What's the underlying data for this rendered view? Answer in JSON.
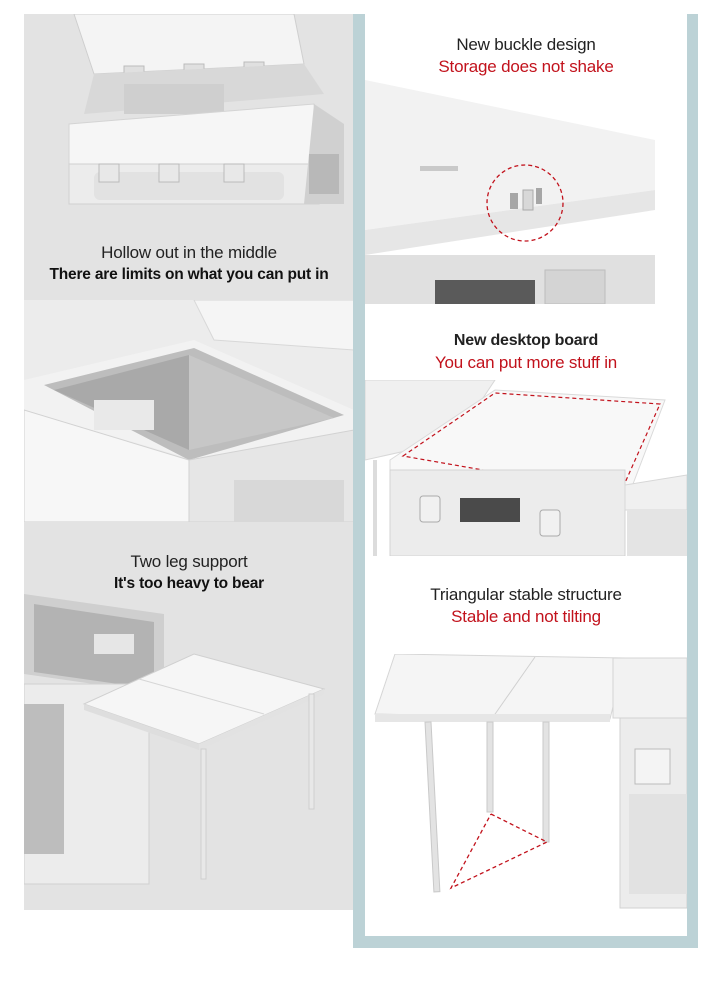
{
  "left_panel": {
    "background": "#e3e3e3",
    "sections": [
      {
        "id": "hollow",
        "title": "Hollow out in the middle",
        "subtitle": "There are limits on what you can put in",
        "subtitle_color": "#111111"
      },
      {
        "id": "two-leg",
        "title": "Two leg support",
        "subtitle": "It's too heavy to bear",
        "subtitle_color": "#111111"
      }
    ]
  },
  "right_panel": {
    "frame_color": "#bcd2d6",
    "sections": [
      {
        "id": "buckle",
        "title": "New buckle design",
        "subtitle": "Storage does not shake",
        "subtitle_color": "#c2121c"
      },
      {
        "id": "desktop",
        "title": "New desktop board",
        "subtitle": "You can put more stuff in",
        "subtitle_color": "#c2121c"
      },
      {
        "id": "triangle",
        "title": "Triangular stable structure",
        "subtitle": "Stable and not tilting",
        "subtitle_color": "#c2121c"
      }
    ]
  }
}
